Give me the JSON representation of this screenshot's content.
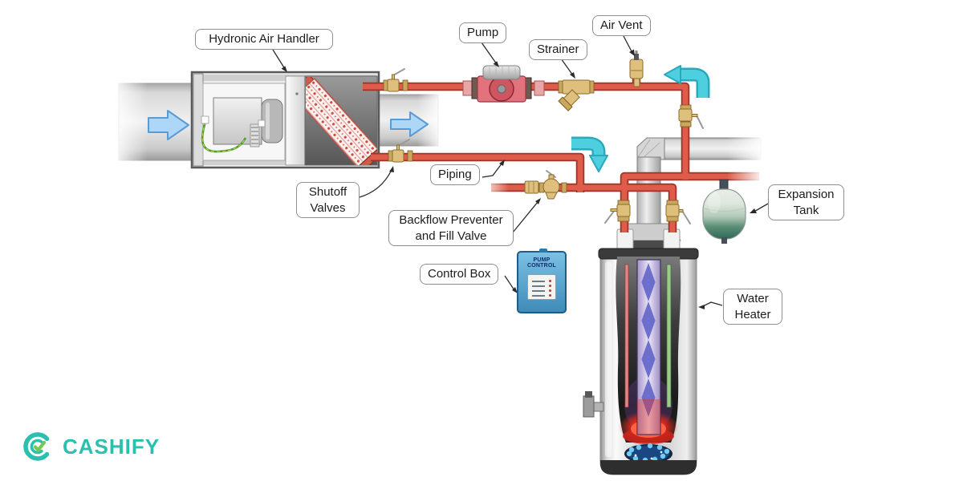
{
  "diagram": {
    "labels": {
      "hydronic_air_handler": "Hydronic Air Handler",
      "pump": "Pump",
      "strainer": "Strainer",
      "air_vent": "Air Vent",
      "piping": "Piping",
      "shutoff_valves": "Shutoff Valves",
      "backflow_preventer": "Backflow Preventer and Fill Valve",
      "control_box": "Control Box",
      "expansion_tank": "Expansion Tank",
      "water_heater": "Water Heater"
    },
    "control_box_title": "PUMP CONTROL"
  },
  "branding": {
    "logo_text": "CASHIFY"
  },
  "colors": {
    "pipe_red": "#de5c49",
    "pipe_outline": "#9c3428",
    "flow_arrow_cyan": "#4ecfdf",
    "duct_arrow_blue": "#aed6f7",
    "brass": "#dec07c",
    "control_box_blue": "#5aa7d0",
    "expansion_tank_green": "#41806a",
    "pump_red": "#cf5560",
    "brand_teal": "#2bc0ae",
    "brand_check_green": "#76c94f"
  }
}
